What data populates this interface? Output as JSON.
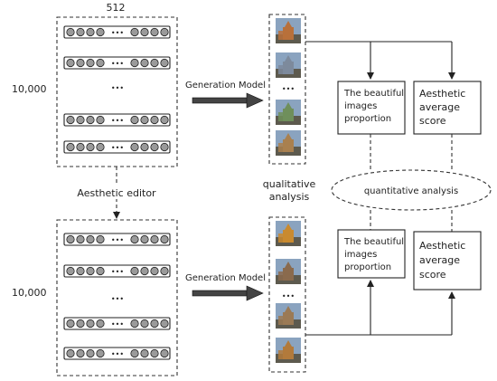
{
  "top": {
    "dim_label": "512",
    "count_label": "10,000",
    "arrow_label": "Generation Model"
  },
  "bottom": {
    "count_label": "10,000",
    "arrow_label": "Generation Model"
  },
  "editor_label": "Aesthetic editor",
  "qualitative_label": [
    "qualitative",
    "analysis"
  ],
  "quantitative_label": "quantitative analysis",
  "boxes": {
    "proportion_top": [
      "The beautiful",
      "images",
      "proportion"
    ],
    "score_top": [
      "Aesthetic",
      "average",
      "score"
    ],
    "proportion_bottom": [
      "The beautiful",
      "images",
      "proportion"
    ],
    "score_bottom": [
      "Aesthetic",
      "average",
      "score"
    ]
  },
  "ellipsis": "•••",
  "vertical_ellipsis": "•\n•\n•",
  "colors": {
    "circle_fill": "#9a9a9a",
    "line": "#222222",
    "arrow_fill": "#444444"
  },
  "image_tiles": {
    "top": [
      "#b8703a",
      "#7d8a9c",
      "#6f8f5b",
      "#a9804f"
    ],
    "bottom": [
      "#c98a2f",
      "#8a6a4d",
      "#9b7a55",
      "#b27a3b"
    ]
  }
}
